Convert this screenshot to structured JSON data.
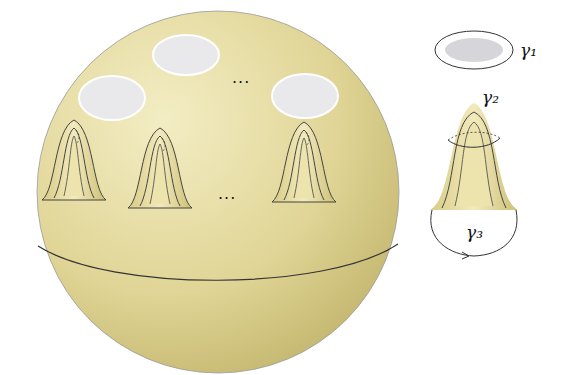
{
  "diagram": {
    "labels": [
      "...",
      "...",
      "γ₁",
      "γ₂",
      "γ₃"
    ]
  }
}
